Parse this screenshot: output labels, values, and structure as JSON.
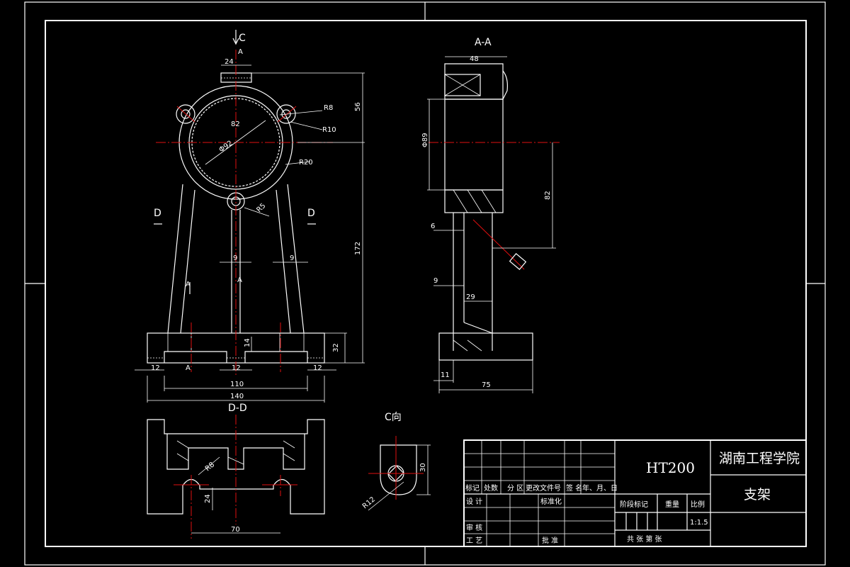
{
  "views": {
    "view_c_arrow": "C",
    "section_a_top": "A",
    "section_a_mid": "A",
    "section_a_left": "A",
    "section_a_bottom": "A",
    "section_d_left": "D",
    "section_d_right": "D",
    "view_aa": "A-A",
    "view_dd": "D-D",
    "view_c_dir": "C向"
  },
  "dimensions": {
    "top_boss_width": "24",
    "bore_82": "82",
    "bore_phi92": "Φ92",
    "hole_r8": "R8",
    "r10": "R10",
    "r20": "R20",
    "r5": "R5",
    "height_56": "56",
    "height_172": "172",
    "rib_9_left": "9",
    "rib_9_right": "9",
    "base_14": "14",
    "base_32": "32",
    "foot_12_left": "12",
    "slot_12": "12",
    "foot_12_right": "12",
    "span_110": "110",
    "span_140": "140",
    "aa_width_48": "48",
    "aa_phi89": "Φ89",
    "aa_82": "82",
    "aa_6": "6",
    "aa_9": "9",
    "aa_29": "29",
    "aa_11": "11",
    "aa_75": "75",
    "dd_r8": "R8",
    "dd_24": "24",
    "dd_70": "70",
    "c_30": "30",
    "c_r12": "R12"
  },
  "title_block": {
    "material": "HT200",
    "school": "湖南工程学院",
    "part_name": "支架",
    "row_labels": [
      "标记",
      "处数",
      "分 区",
      "更改文件号",
      "签 名",
      "年、月、日"
    ],
    "design": "设 计",
    "standardize": "标准化",
    "stage_mark": "阶段标记",
    "weight": "重量",
    "scale_label": "比例",
    "scale_value": "1:1.5",
    "review": "审 核",
    "process": "工 艺",
    "approve": "批 准",
    "sheets": "共    张   第    张"
  }
}
